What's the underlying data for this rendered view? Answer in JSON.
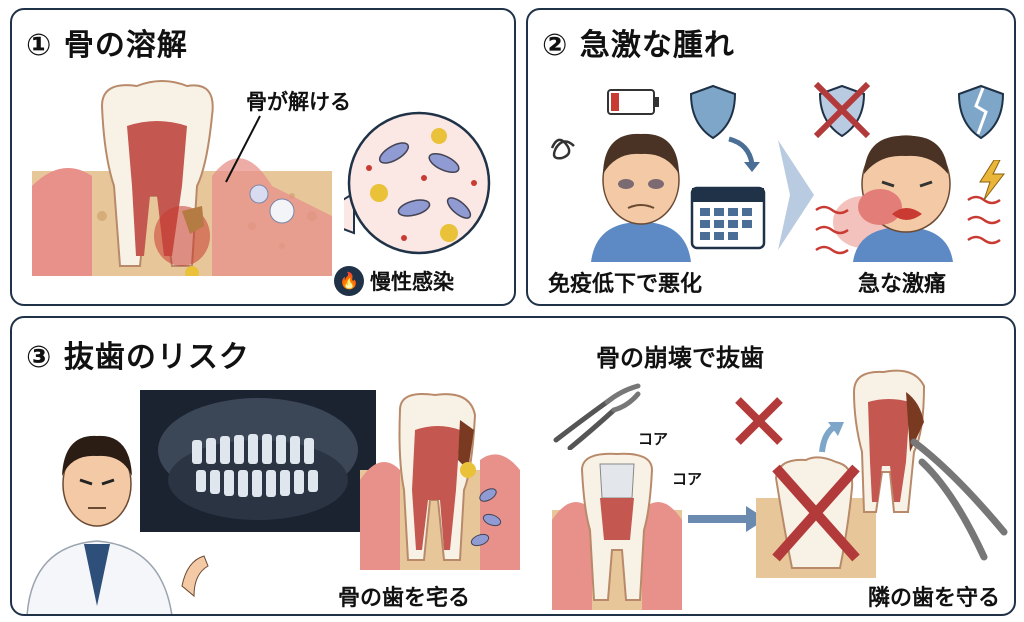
{
  "panel1": {
    "title": "① 骨の溶解",
    "callout": "骨が解ける",
    "badge_label": "慢性感染"
  },
  "panel2": {
    "title": "② 急激な腫れ",
    "caption_left": "免疫低下で悪化",
    "caption_right": "急な激痛"
  },
  "panel3": {
    "title": "③ 抜歯のリスク",
    "subtitle": "骨の崩壊で抜歯",
    "core_label_1": "コア",
    "core_label_2": "コア",
    "caption_middle": "骨の歯を宅る",
    "caption_right": "隣の歯を守る"
  },
  "colors": {
    "border": "#1f3247",
    "gum": "#e8908a",
    "bone": "#e7c79a",
    "red_x": "#b33a3a",
    "shield": "#7ea6c9"
  }
}
